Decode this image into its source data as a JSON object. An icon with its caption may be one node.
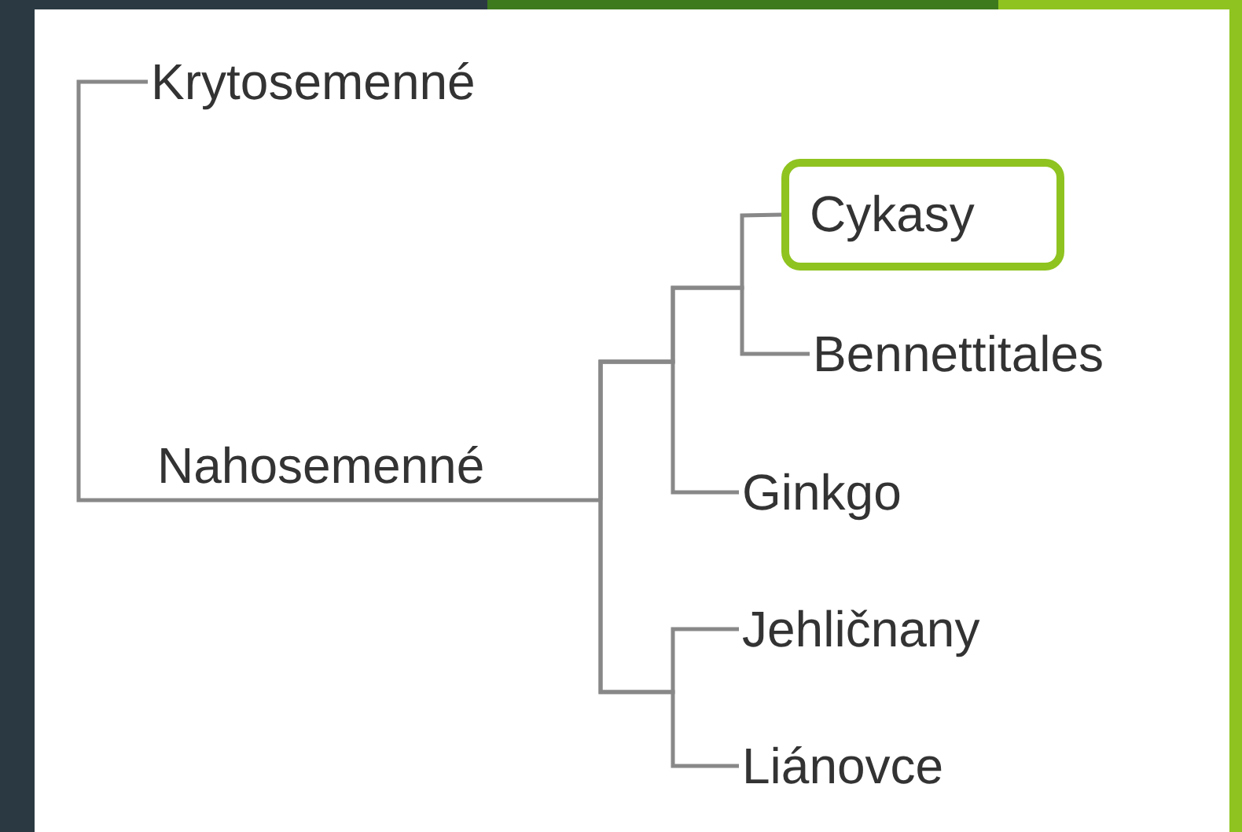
{
  "diagram": {
    "nodes": [
      {
        "text": [
          "Krytosemenné"
        ]
      },
      {
        "text": [
          "Nahosemenné"
        ]
      },
      {
        "text": [
          "Cykasy"
        ]
      },
      {
        "text": [
          "Bennettitales"
        ]
      },
      {
        "text": [
          "Ginkgo"
        ]
      },
      {
        "text": [
          "Jehličnany"
        ]
      },
      {
        "text": [
          "Liánovce"
        ]
      }
    ],
    "edges": [
      {
        "from": 0,
        "to": 1,
        "arrow": "none"
      },
      {
        "from": 1,
        "to": 2,
        "arrow": "none"
      },
      {
        "from": 1,
        "to": 3,
        "arrow": "none"
      },
      {
        "from": 1,
        "to": 4,
        "arrow": "none"
      },
      {
        "from": 1,
        "to": 5,
        "arrow": "none"
      },
      {
        "from": 1,
        "to": 6,
        "arrow": "none"
      }
    ]
  }
}
